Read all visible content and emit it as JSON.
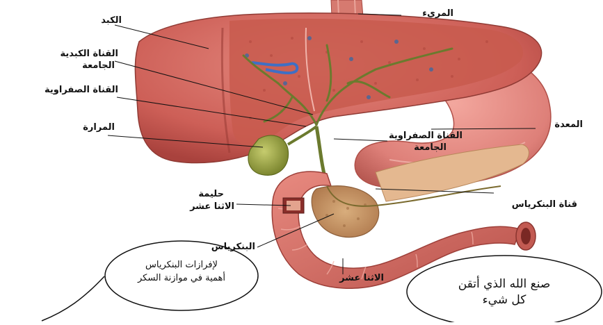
{
  "labels": {
    "esophagus": "المريء",
    "liver": "الكبد",
    "common_hepatic_duct_1": "القناة الكبدية",
    "common_hepatic_duct_2": "الجامعة",
    "cystic_duct": "القناة الصفراوية",
    "gallbladder": "المرارة",
    "stomach": "المعدة",
    "common_bile_duct_1": "القناة الصفراوية",
    "common_bile_duct_2": "الجامعة",
    "pancreatic_duct": "قناة البنكرياس",
    "papilla_1": "حليمة",
    "papilla_2": "الاثنا عشر",
    "pancreas": "البنكرياس",
    "duodenum": "الاثنا عشر"
  },
  "bubbles": {
    "left_line1": "لإفرازات البنكرياس",
    "left_line2": "أهمية في موازنة السكر",
    "right_line1": "صنع الله الذي أتقن",
    "right_line2": "كل شيء"
  },
  "colors": {
    "organ": "#d9706a",
    "organ_dark": "#a8443e",
    "duct": "#6b7a2e",
    "gallbladder": "#9ea84a",
    "pancreas": "#c89a6a"
  }
}
